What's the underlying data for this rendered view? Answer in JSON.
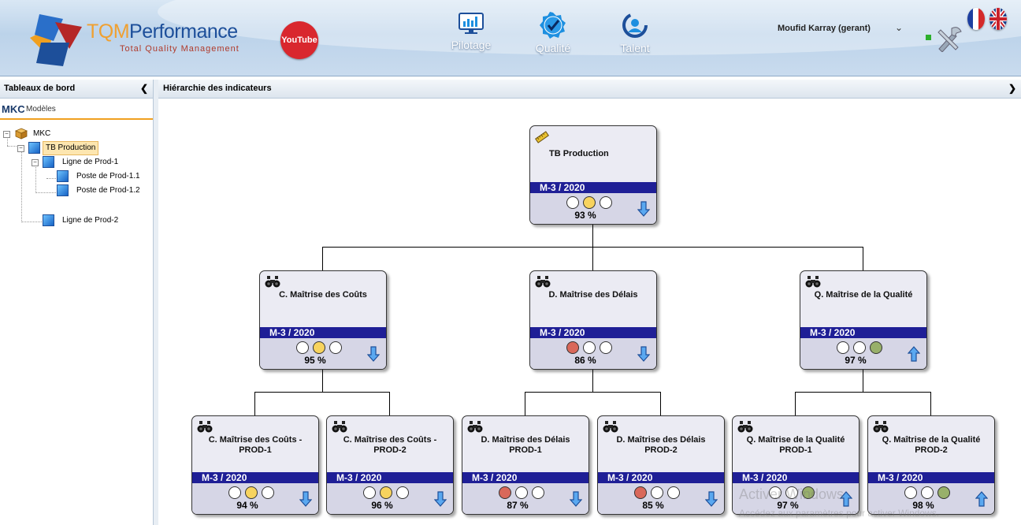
{
  "header": {
    "brand_tqm": "TQM",
    "brand_perf": "Performance",
    "brand_sub": "Total Quality Management",
    "youtube_label": "YouTube",
    "nav": [
      {
        "label": "Pilotage",
        "icon": "dashboard-monitor-icon"
      },
      {
        "label": "Qualité",
        "icon": "checkmark-badge-icon"
      },
      {
        "label": "Talent",
        "icon": "user-circle-icon"
      }
    ],
    "user": "Moufid Karray (gerant)",
    "flags": [
      "french-flag-icon",
      "uk-flag-icon"
    ]
  },
  "sidebar": {
    "title": "Tableaux de bord",
    "mkc": "MKC",
    "models": "Modèles",
    "tree": [
      {
        "label": "MKC",
        "level": 0
      },
      {
        "label": "TB Production",
        "level": 1,
        "selected": true
      },
      {
        "label": "Ligne de Prod-1",
        "level": 2
      },
      {
        "label": "Poste de Prod-1.1",
        "level": 3
      },
      {
        "label": "Poste de Prod-1.2",
        "level": 3
      },
      {
        "label": "Ligne de Prod-2",
        "level": 2
      }
    ]
  },
  "main": {
    "title": "Hiérarchie des indicateurs",
    "cards": {
      "root": {
        "name": "TB Production",
        "period": "M-3 / 2020",
        "pct": "93 %",
        "lights": [
          "#ffffff",
          "#f7d35e",
          "#ffffff"
        ],
        "trend": "down"
      },
      "c": {
        "name": "C. Maîtrise des Coûts",
        "period": "M-3 / 2020",
        "pct": "95 %",
        "lights": [
          "#ffffff",
          "#f7d35e",
          "#ffffff"
        ],
        "trend": "down"
      },
      "d": {
        "name": "D. Maîtrise des Délais",
        "period": "M-3 / 2020",
        "pct": "86 %",
        "lights": [
          "#d9685a",
          "#ffffff",
          "#ffffff"
        ],
        "trend": "down"
      },
      "q": {
        "name": "Q. Maîtrise de la Qualité",
        "period": "M-3 / 2020",
        "pct": "97 %",
        "lights": [
          "#ffffff",
          "#ffffff",
          "#98b06a"
        ],
        "trend": "up"
      },
      "c1": {
        "name": "C. Maîtrise des Coûts - PROD-1",
        "period": "M-3 / 2020",
        "pct": "94 %",
        "lights": [
          "#ffffff",
          "#f7d35e",
          "#ffffff"
        ],
        "trend": "down"
      },
      "c2": {
        "name": "C. Maîtrise des Coûts - PROD-2",
        "period": "M-3 / 2020",
        "pct": "96 %",
        "lights": [
          "#ffffff",
          "#f7d35e",
          "#ffffff"
        ],
        "trend": "down"
      },
      "d1": {
        "name": "D. Maîtrise des Délais PROD-1",
        "period": "M-3 / 2020",
        "pct": "87 %",
        "lights": [
          "#d9685a",
          "#ffffff",
          "#ffffff"
        ],
        "trend": "down"
      },
      "d2": {
        "name": "D. Maîtrise des Délais PROD-2",
        "period": "M-3 / 2020",
        "pct": "85 %",
        "lights": [
          "#d9685a",
          "#ffffff",
          "#ffffff"
        ],
        "trend": "down"
      },
      "q1": {
        "name": "Q. Maîtrise de la Qualité PROD-1",
        "period": "M-3 / 2020",
        "pct": "97 %",
        "lights": [
          "#ffffff",
          "#ffffff",
          "#98b06a"
        ],
        "trend": "up"
      },
      "q2": {
        "name": "Q. Maîtrise de la Qualité PROD-2",
        "period": "M-3 / 2020",
        "pct": "98 %",
        "lights": [
          "#ffffff",
          "#ffffff",
          "#98b06a"
        ],
        "trend": "up"
      }
    }
  },
  "watermark": {
    "line1": "Activer Windows",
    "line2": "Accédez aux paramètres pour activer Windows."
  }
}
